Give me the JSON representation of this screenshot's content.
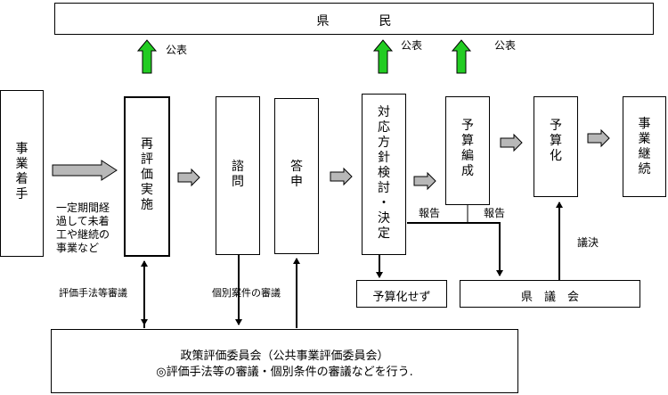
{
  "citizens": "県　　　　民",
  "publish": [
    "公表",
    "公表",
    "公表"
  ],
  "steps": {
    "start": "事\n業\n着\n手",
    "reeval": "再\n評\n価\n実\n施",
    "consult": "諮\n問",
    "respond": "答\n申",
    "policy": "対\n応\n方\n針\n検\n討\n・\n決\n定",
    "budget": "予\n算\n編\n成",
    "budgeting": "予\n算\n化",
    "continue": "事\n業\n継\n続"
  },
  "note_start": "一定期間経\n過して未着\n工や継続の\n事業など",
  "label_method": "評価手法等審議",
  "label_individual": "個別案件の審議",
  "report1": "報告",
  "report2": "報告",
  "resolution": "議決",
  "no_budget": "予算化せず",
  "assembly": "県　議　会",
  "committee_title": "政策評価委員会（公共事業評価委員会）",
  "committee_desc": "◎評価手法等の審議・個別条件の審議などを行う."
}
